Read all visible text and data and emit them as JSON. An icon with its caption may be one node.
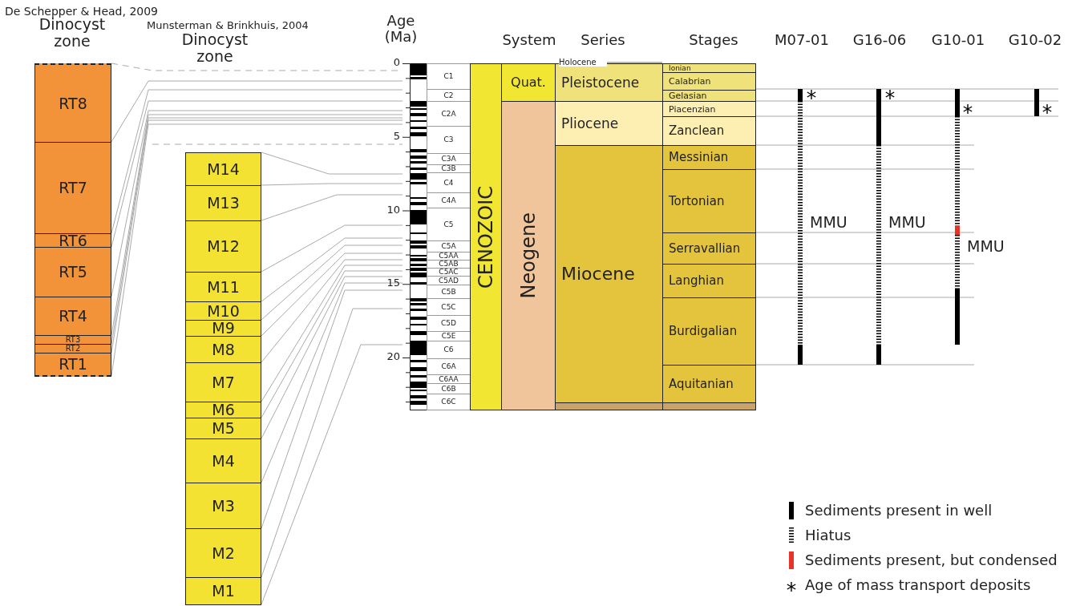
{
  "diagram": {
    "nodes": [
      {
        "text": [
          "RT8"
        ]
      },
      {
        "text": [
          "RT7"
        ]
      },
      {
        "text": [
          "RT6"
        ]
      },
      {
        "text": [
          "RT5"
        ]
      },
      {
        "text": [
          "RT4"
        ]
      },
      {
        "text": [
          "RT3"
        ]
      },
      {
        "text": [
          "RT2"
        ]
      },
      {
        "text": [
          "RT1"
        ]
      },
      {
        "text": [
          "M14"
        ]
      },
      {
        "text": [
          "M13"
        ]
      },
      {
        "text": [
          "M12"
        ]
      },
      {
        "text": [
          "M11"
        ]
      },
      {
        "text": [
          "M10"
        ]
      },
      {
        "text": [
          "M9"
        ]
      },
      {
        "text": [
          "M8"
        ]
      },
      {
        "text": [
          "M7"
        ]
      },
      {
        "text": [
          "M6"
        ]
      },
      {
        "text": [
          "M5"
        ]
      },
      {
        "text": [
          "M4"
        ]
      },
      {
        "text": [
          "M3"
        ]
      },
      {
        "text": [
          "M2"
        ]
      },
      {
        "text": [
          "M1"
        ]
      },
      {
        "text": [],
        "shape": "bar",
        "beside": [
          "0",
          "5",
          "10",
          "15",
          "20"
        ]
      },
      {
        "text": [
          "C1"
        ]
      },
      {
        "text": [
          "C2"
        ]
      },
      {
        "text": [
          "C2A"
        ]
      },
      {
        "text": [
          "C3"
        ]
      },
      {
        "text": [
          "C3A"
        ]
      },
      {
        "text": [
          "C3B"
        ]
      },
      {
        "text": [
          "C4"
        ]
      },
      {
        "text": [
          "C4A"
        ]
      },
      {
        "text": [
          "C5"
        ]
      },
      {
        "text": [
          "C5A"
        ]
      },
      {
        "text": [
          "C5AA"
        ]
      },
      {
        "text": [
          "C5AB"
        ]
      },
      {
        "text": [
          "C5AC"
        ]
      },
      {
        "text": [
          "C5AD"
        ]
      },
      {
        "text": [
          "C5B"
        ]
      },
      {
        "text": [
          "C5C"
        ]
      },
      {
        "text": [
          "C5D"
        ]
      },
      {
        "text": [
          "C5E"
        ]
      },
      {
        "text": [
          "C6"
        ]
      },
      {
        "text": [
          "C6A"
        ]
      },
      {
        "text": [
          "C6AA"
        ]
      },
      {
        "text": [
          "C6B"
        ]
      },
      {
        "text": [
          "C6C"
        ]
      },
      {
        "text": [
          "CENOZOIC"
        ]
      },
      {
        "text": [
          "Quat."
        ]
      },
      {
        "text": [
          "Neogene"
        ]
      },
      {
        "text": [
          "Pleistocene"
        ]
      },
      {
        "text": [
          "Pliocene"
        ]
      },
      {
        "text": [
          "Miocene"
        ]
      },
      {
        "text": [],
        "shape": "box"
      },
      {
        "text": [
          "Ionian"
        ]
      },
      {
        "text": [
          "Calabrian"
        ]
      },
      {
        "text": [
          "Gelasian"
        ]
      },
      {
        "text": [
          "Piacenzian"
        ]
      },
      {
        "text": [
          "Zanclean"
        ]
      },
      {
        "text": [
          "Messinian"
        ]
      },
      {
        "text": [
          "Tortonian"
        ]
      },
      {
        "text": [
          "Serravallian"
        ]
      },
      {
        "text": [
          "Langhian"
        ]
      },
      {
        "text": [
          "Burdigalian"
        ]
      },
      {
        "text": [
          "Aquitanian"
        ]
      },
      {
        "text": [],
        "shape": "box"
      }
    ],
    "edges": [
      {
        "from": 0,
        "to": 22,
        "arrow": "none",
        "style": "dashed"
      },
      {
        "from": 0,
        "to": 22,
        "arrow": "none"
      },
      {
        "from": 1,
        "to": 22,
        "arrow": "none"
      },
      {
        "from": 2,
        "to": 22,
        "arrow": "none"
      },
      {
        "from": 3,
        "to": 22,
        "arrow": "none"
      },
      {
        "from": 4,
        "to": 22,
        "arrow": "none"
      },
      {
        "from": 5,
        "to": 22,
        "arrow": "none"
      },
      {
        "from": 6,
        "to": 22,
        "arrow": "none"
      },
      {
        "from": 7,
        "to": 22,
        "arrow": "none"
      },
      {
        "from": null,
        "to": 22,
        "arrow": "none",
        "style": "dashed"
      },
      {
        "from": 8,
        "to": 22,
        "arrow": "none"
      },
      {
        "from": 8,
        "to": 22,
        "arrow": "none"
      },
      {
        "from": 9,
        "to": 22,
        "arrow": "none"
      },
      {
        "from": 10,
        "to": 22,
        "arrow": "none"
      },
      {
        "from": 11,
        "to": 22,
        "arrow": "none"
      },
      {
        "from": 12,
        "to": 22,
        "arrow": "none"
      },
      {
        "from": 13,
        "to": 22,
        "arrow": "none"
      },
      {
        "from": 14,
        "to": 22,
        "arrow": "none"
      },
      {
        "from": 15,
        "to": 22,
        "arrow": "none"
      },
      {
        "from": 16,
        "to": 22,
        "arrow": "none"
      },
      {
        "from": 17,
        "to": 22,
        "arrow": "none"
      },
      {
        "from": 18,
        "to": 22,
        "arrow": "none"
      },
      {
        "from": 19,
        "to": 22,
        "arrow": "none"
      },
      {
        "from": 20,
        "to": 22,
        "arrow": "none"
      },
      {
        "from": 21,
        "to": 22,
        "arrow": "none"
      }
    ],
    "labels": [
      "De Schepper & Head, 2009",
      "Dinocyst zone",
      "Munsterman & Brinkhuis, 2004",
      "Dinocyst zone",
      "Age (Ma)",
      "System",
      "Series",
      "Stages",
      "M07-01",
      "G16-06",
      "G10-01",
      "G10-02",
      "Holocene",
      "MMU",
      "MMU",
      "MMU"
    ],
    "legend": [
      {
        "text": "Sediments present in well",
        "color": "#000000"
      },
      {
        "text": "Hiatus"
      },
      {
        "text": "Sediments present, but condensed",
        "color": "#e8332a"
      },
      {
        "text": "Age of mass transport deposits"
      }
    ]
  }
}
